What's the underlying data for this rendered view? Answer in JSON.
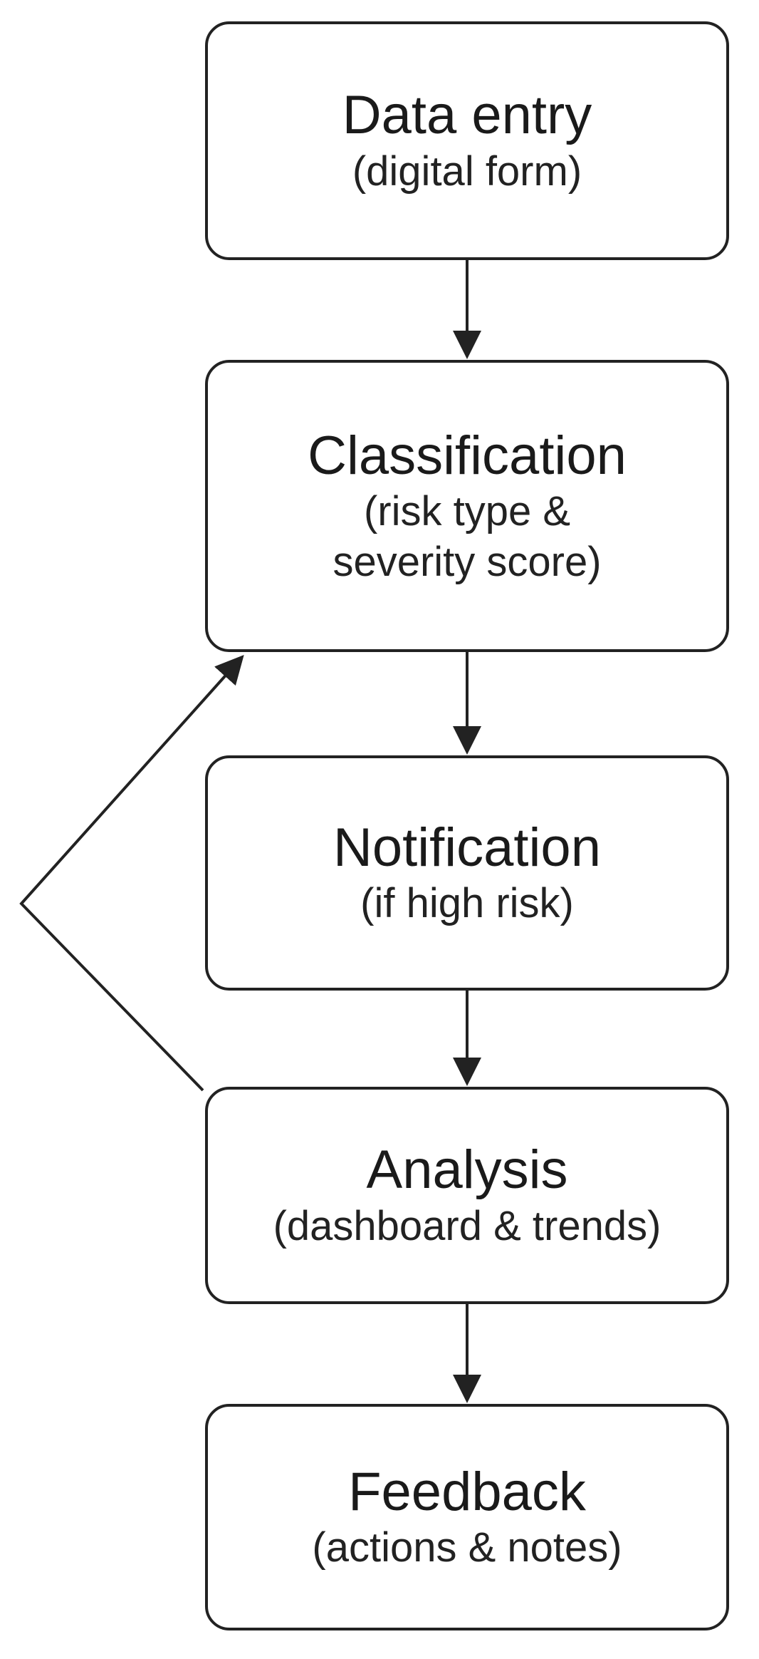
{
  "nodes": [
    {
      "title": "Data entry",
      "subtitle": "(digital form)"
    },
    {
      "title": "Classification",
      "subtitle": "(risk type &\nseverity score)"
    },
    {
      "title": "Notification",
      "subtitle": "(if high risk)"
    },
    {
      "title": "Analysis",
      "subtitle": "(dashboard & trends)"
    },
    {
      "title": "Feedback",
      "subtitle": "(actions & notes)"
    }
  ],
  "colors": {
    "stroke": "#222222",
    "background": "#ffffff",
    "text": "#1a1a1a"
  }
}
